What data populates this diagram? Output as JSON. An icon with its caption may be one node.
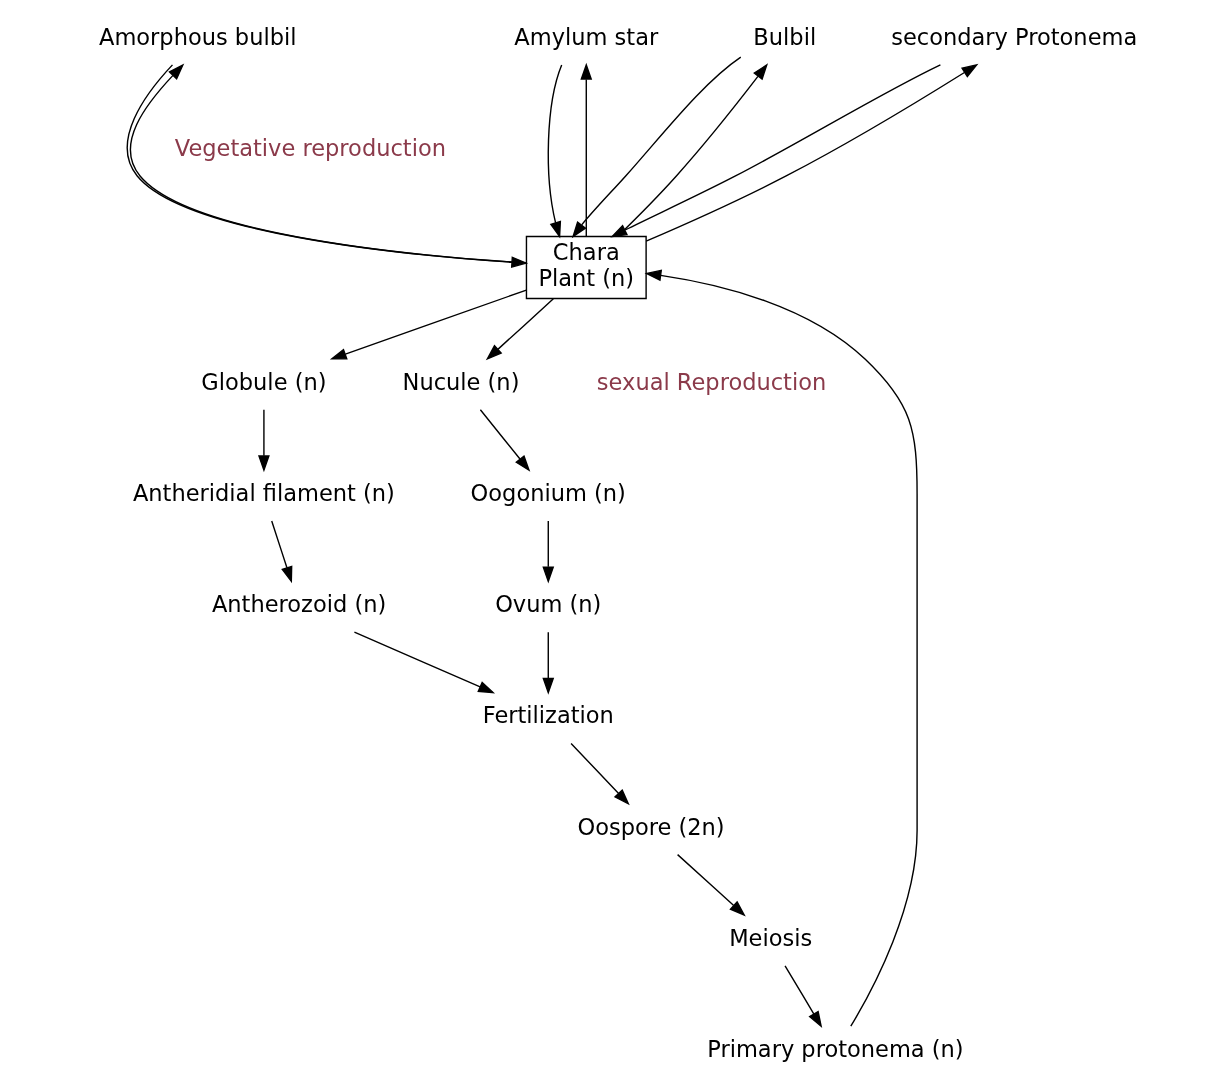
{
  "diagram": {
    "nodes": [
      {
        "text": [
          "Chara",
          "Plant (n)"
        ]
      },
      {
        "text": [
          "Amorphous bulbil"
        ]
      },
      {
        "text": [
          "Amylum star"
        ]
      },
      {
        "text": [
          "Bulbil"
        ]
      },
      {
        "text": [
          "secondary Protonema"
        ]
      },
      {
        "text": [
          "Globule (n)"
        ]
      },
      {
        "text": [
          "Nucule (n)"
        ]
      },
      {
        "text": [
          "Antheridial filament (n)"
        ]
      },
      {
        "text": [
          "Oogonium (n)"
        ]
      },
      {
        "text": [
          "Antherozoid (n)"
        ]
      },
      {
        "text": [
          "Ovum (n)"
        ]
      },
      {
        "text": [
          "Fertilization"
        ]
      },
      {
        "text": [
          "Oospore (2n)"
        ]
      },
      {
        "text": [
          "Meiosis"
        ]
      },
      {
        "text": [
          "Primary protonema (n)"
        ]
      }
    ],
    "edges": [
      {
        "from": 0,
        "to": 1,
        "arrow": "to"
      },
      {
        "from": 1,
        "to": 0,
        "arrow": "to"
      },
      {
        "from": 0,
        "to": 2,
        "arrow": "to"
      },
      {
        "from": 2,
        "to": 0,
        "arrow": "to"
      },
      {
        "from": 0,
        "to": 3,
        "arrow": "to"
      },
      {
        "from": 3,
        "to": 0,
        "arrow": "to"
      },
      {
        "from": 0,
        "to": 4,
        "arrow": "to"
      },
      {
        "from": 4,
        "to": 0,
        "arrow": "to"
      },
      {
        "from": 0,
        "to": 5,
        "arrow": "to"
      },
      {
        "from": 0,
        "to": 6,
        "arrow": "to"
      },
      {
        "from": 5,
        "to": 7,
        "arrow": "to"
      },
      {
        "from": 7,
        "to": 9,
        "arrow": "to"
      },
      {
        "from": 6,
        "to": 8,
        "arrow": "to"
      },
      {
        "from": 8,
        "to": 10,
        "arrow": "to"
      },
      {
        "from": 9,
        "to": 11,
        "arrow": "to"
      },
      {
        "from": 10,
        "to": 11,
        "arrow": "to"
      },
      {
        "from": 11,
        "to": 12,
        "arrow": "to"
      },
      {
        "from": 12,
        "to": 13,
        "arrow": "to"
      },
      {
        "from": 13,
        "to": 14,
        "arrow": "to"
      },
      {
        "from": 14,
        "to": 0,
        "arrow": "to"
      }
    ],
    "labels": [
      "Vegetative reproduction",
      "sexual Reproduction"
    ]
  }
}
